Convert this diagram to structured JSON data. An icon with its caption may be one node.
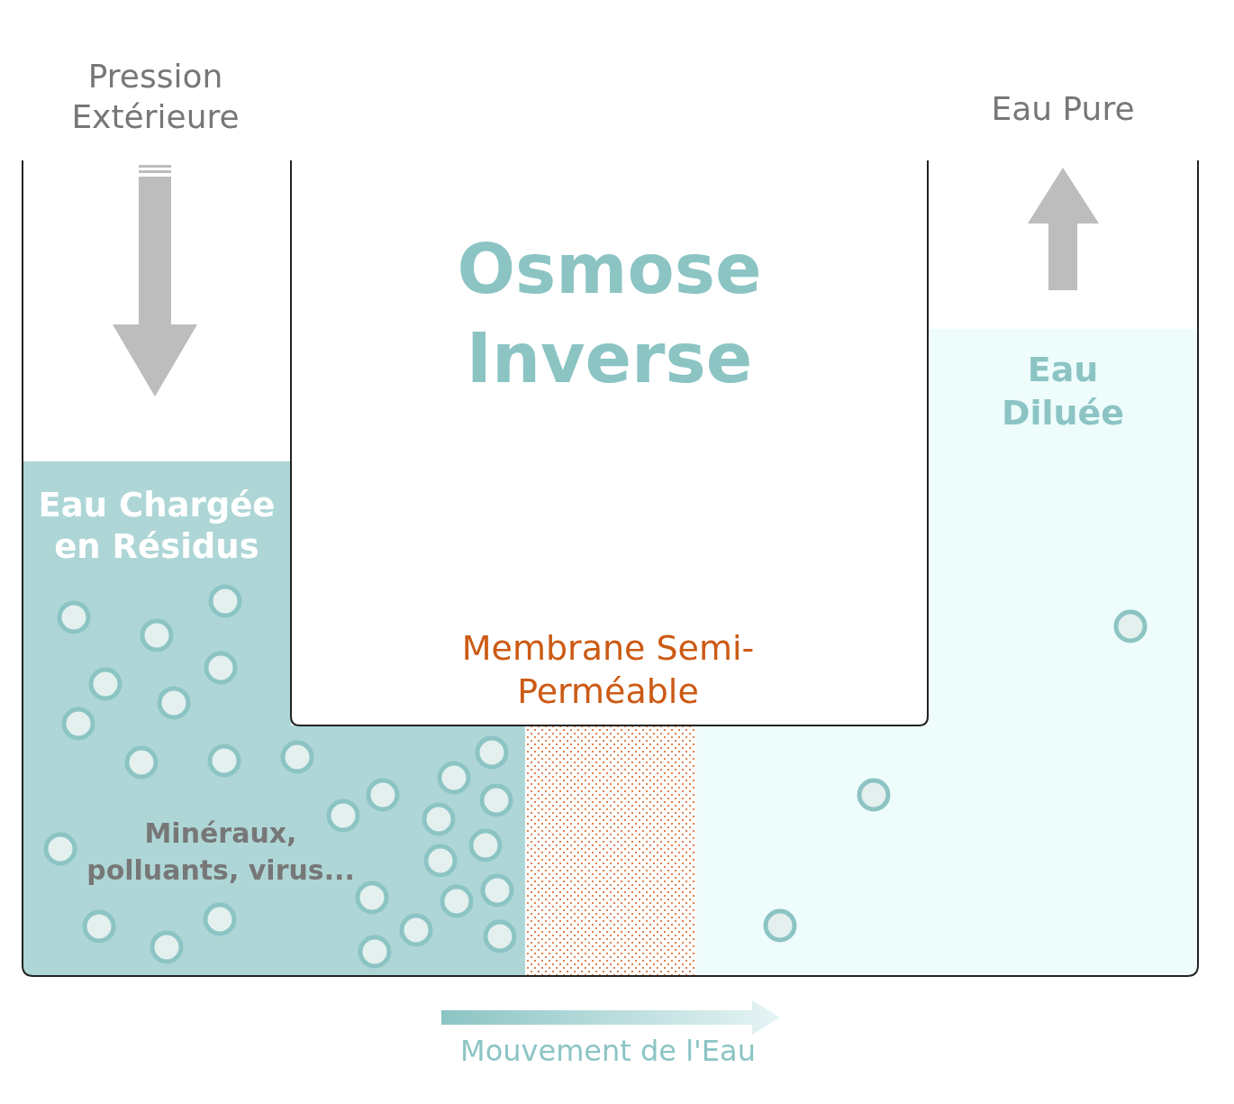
{
  "diagram": {
    "title": "Osmose Inverse",
    "nodes": [
      {
        "text": [
          "Eau Chargée en Résidus",
          "Minéraux, polluants, virus..."
        ]
      },
      {
        "text": [
          "Eau Diluée"
        ]
      },
      {
        "text": [],
        "shape": "box"
      }
    ],
    "labels": [
      "Pression Extérieure",
      "Eau Pure",
      "Membrane Semi-Perméable",
      "Mouvement de l'Eau"
    ]
  }
}
